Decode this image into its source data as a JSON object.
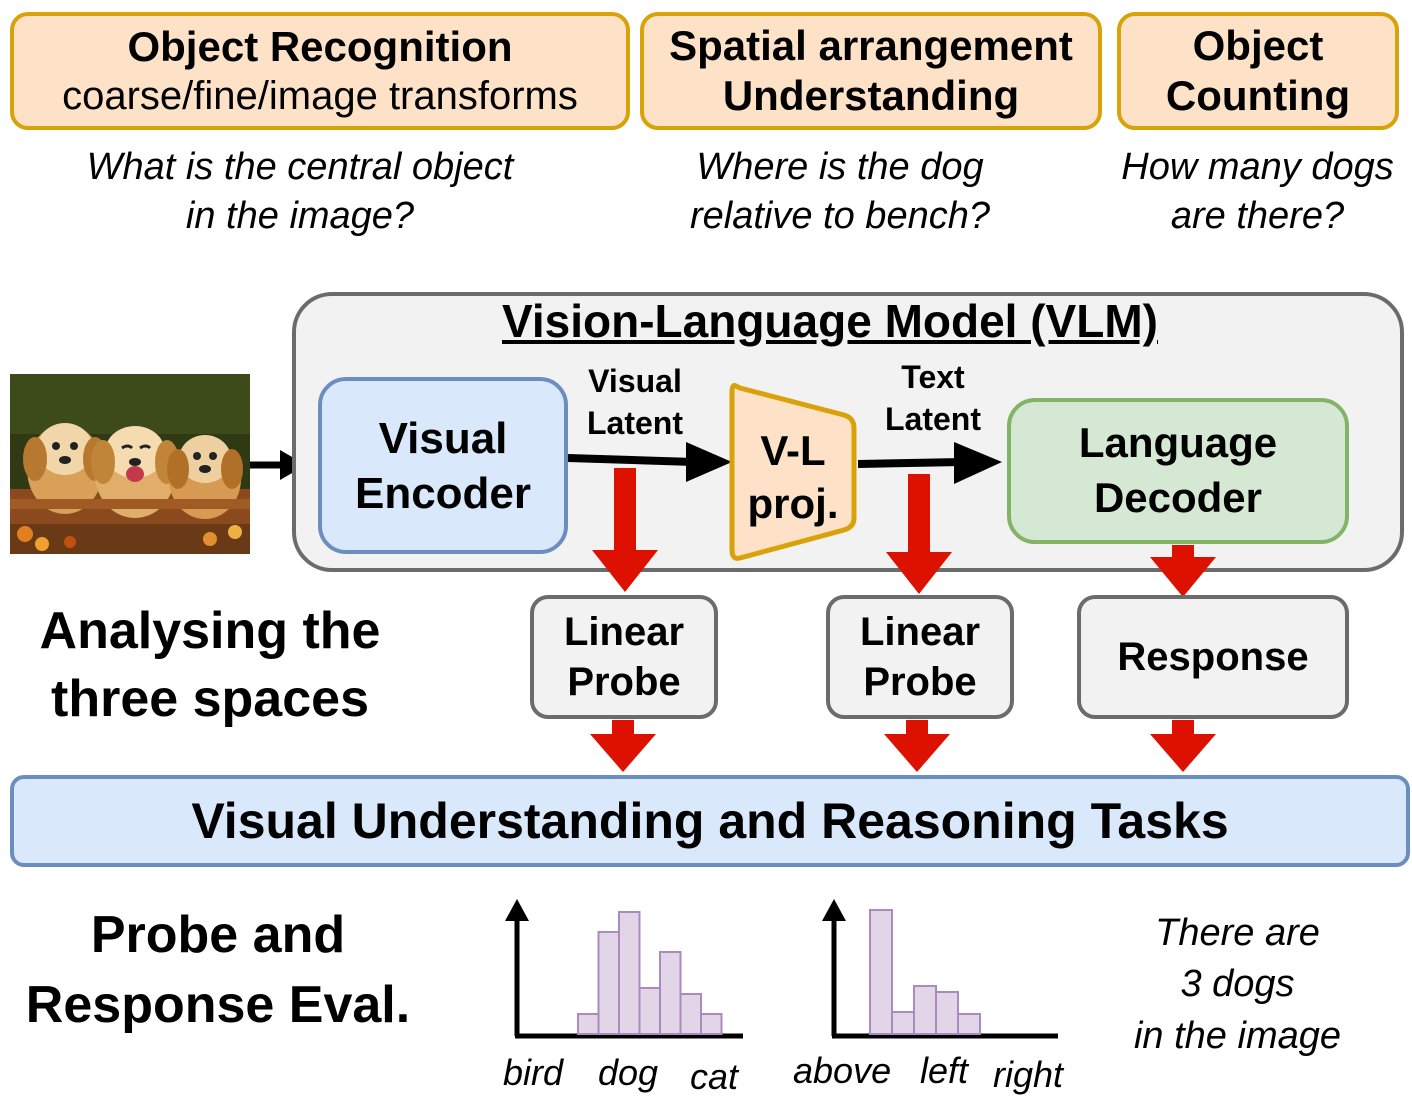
{
  "tasks_top": [
    {
      "title": "Object Recognition",
      "subtitle": "coarse/fine/image transforms",
      "question_l1": "What is the central object",
      "question_l2": "in the image?"
    },
    {
      "title_l1": "Spatial arrangement",
      "title_l2": "Understanding",
      "question_l1": "Where is the dog",
      "question_l2": "relative to bench?"
    },
    {
      "title_l1": "Object",
      "title_l2": "Counting",
      "question_l1": "How many dogs",
      "question_l2": "are there?"
    }
  ],
  "vlm": {
    "title": "Vision-Language Model (VLM)",
    "encoder_l1": "Visual",
    "encoder_l2": "Encoder",
    "visual_latent_l1": "Visual",
    "visual_latent_l2": "Latent",
    "proj_l1": "V-L",
    "proj_l2": "proj.",
    "text_latent_l1": "Text",
    "text_latent_l2": "Latent",
    "decoder_l1": "Language",
    "decoder_l2": "Decoder"
  },
  "outputs": {
    "probe1_l1": "Linear",
    "probe1_l2": "Probe",
    "probe2_l1": "Linear",
    "probe2_l2": "Probe",
    "response": "Response"
  },
  "left_labels": {
    "analysing_l1": "Analysing the",
    "analysing_l2": "three spaces",
    "eval_l1": "Probe and",
    "eval_l2": "Response Eval."
  },
  "tasks_bar": "Visual Understanding and Reasoning Tasks",
  "chart_data": [
    {
      "type": "bar",
      "tick_labels": [
        "bird",
        "dog",
        "cat"
      ],
      "values": [
        0.1,
        0.51,
        0.61,
        0.23,
        0.41,
        0.2,
        0.1
      ],
      "color": "#e1d5e7"
    },
    {
      "type": "bar",
      "tick_labels": [
        "above",
        "left",
        "right"
      ],
      "values": [
        0.62,
        0.11,
        0.24,
        0.21,
        0.1
      ],
      "color": "#e1d5e7"
    }
  ],
  "answer_l1": "There are",
  "answer_l2": "3 dogs",
  "answer_l3": "in the image",
  "colors": {
    "arrow_red": "#dd1100",
    "orange_fill": "#fde2c8",
    "orange_border": "#d9a20a",
    "blue_fill": "#dae8fc",
    "green_fill": "#d5e8d4"
  }
}
